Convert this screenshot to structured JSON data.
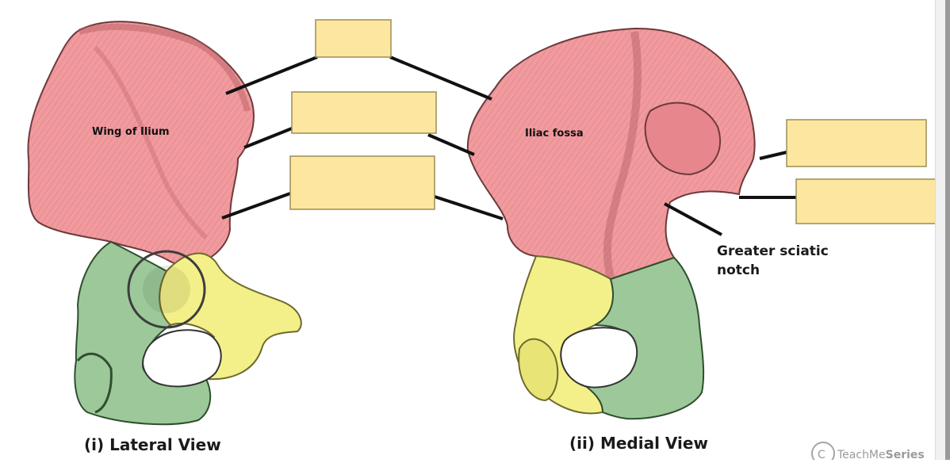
{
  "labels": {
    "wing_of_ilium": "Wing of Ilium",
    "iliac_fossa": "Iliac fossa",
    "greater_sciatic_notch_line1": "Greater sciatic",
    "greater_sciatic_notch_line2": "notch"
  },
  "captions": {
    "lateral": "(i) Lateral View",
    "medial": "(ii) Medial View"
  },
  "watermark": {
    "symbol": "C",
    "brand": "TeachMe",
    "brand_bold": "Series"
  },
  "colors": {
    "ilium": "#f29a9e",
    "pubis": "#f3f08a",
    "ischium": "#9dc99a",
    "answer_box_fill": "#fde7a0",
    "answer_box_border": "#9c8d55",
    "leader_line": "#111111"
  },
  "icons": {
    "watermark_logo": "copyright-circle-icon"
  }
}
